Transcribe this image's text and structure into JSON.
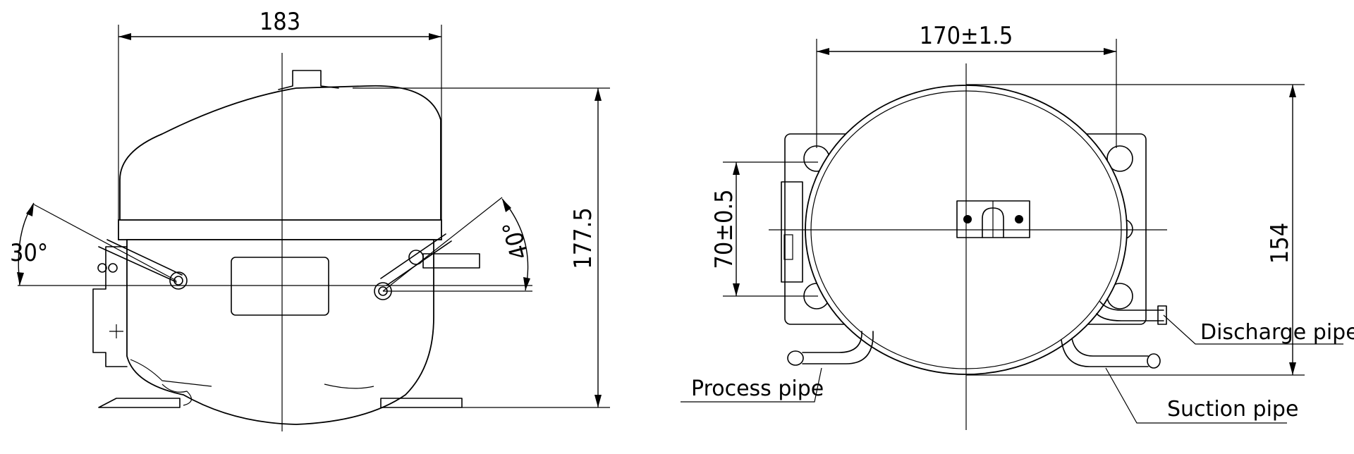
{
  "left_view": {
    "width_dim": "183",
    "height_dim": "177.5",
    "angle_left": "30°",
    "angle_right": "40°"
  },
  "right_view": {
    "width_dim": "170±1.5",
    "mount_dim": "70±0.5",
    "height_dim": "154"
  },
  "labels": {
    "process_pipe": "Process pipe",
    "discharge_pipe": "Discharge pipe",
    "suction_pipe": "Suction pipe"
  }
}
